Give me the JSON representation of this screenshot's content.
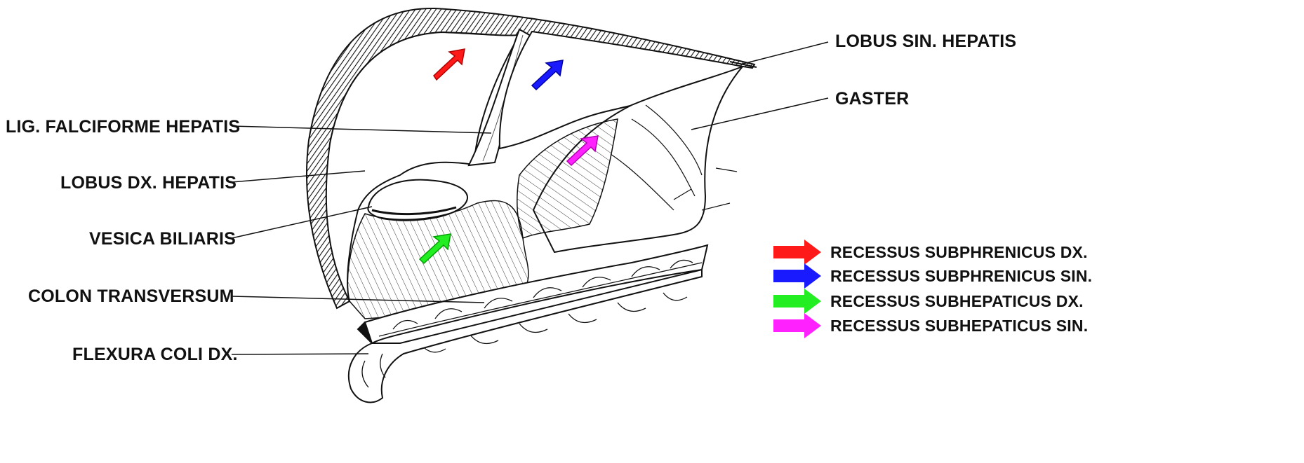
{
  "labels": {
    "lobus_sin": "LOBUS SIN. HEPATIS",
    "gaster": "GASTER",
    "lig_falciforme": "LIG. FALCIFORME HEPATIS",
    "lobus_dx": "LOBUS DX. HEPATIS",
    "vesica": "VESICA BILIARIS",
    "colon": "COLON TRANSVERSUM",
    "flexura": "FLEXURA COLI DX."
  },
  "legend": [
    {
      "label": "RECESSUS SUBPHRENICUS DX.",
      "color": "#ff1a1a"
    },
    {
      "label": "RECESSUS SUBPHRENICUS SIN.",
      "color": "#1a1aff"
    },
    {
      "label": "RECESSUS SUBHEPATICUS DX.",
      "color": "#22ee22"
    },
    {
      "label": "RECESSUS SUBHEPATICUS SIN.",
      "color": "#ff22ff"
    }
  ],
  "arrows": [
    {
      "name": "recessus-subphrenicus-dx-arrow",
      "color": "#ff1a1a"
    },
    {
      "name": "recessus-subphrenicus-sin-arrow",
      "color": "#1a1aff"
    },
    {
      "name": "recessus-subhepaticus-dx-arrow",
      "color": "#22ee22"
    },
    {
      "name": "recessus-subhepaticus-sin-arrow",
      "color": "#ff22ff"
    }
  ]
}
